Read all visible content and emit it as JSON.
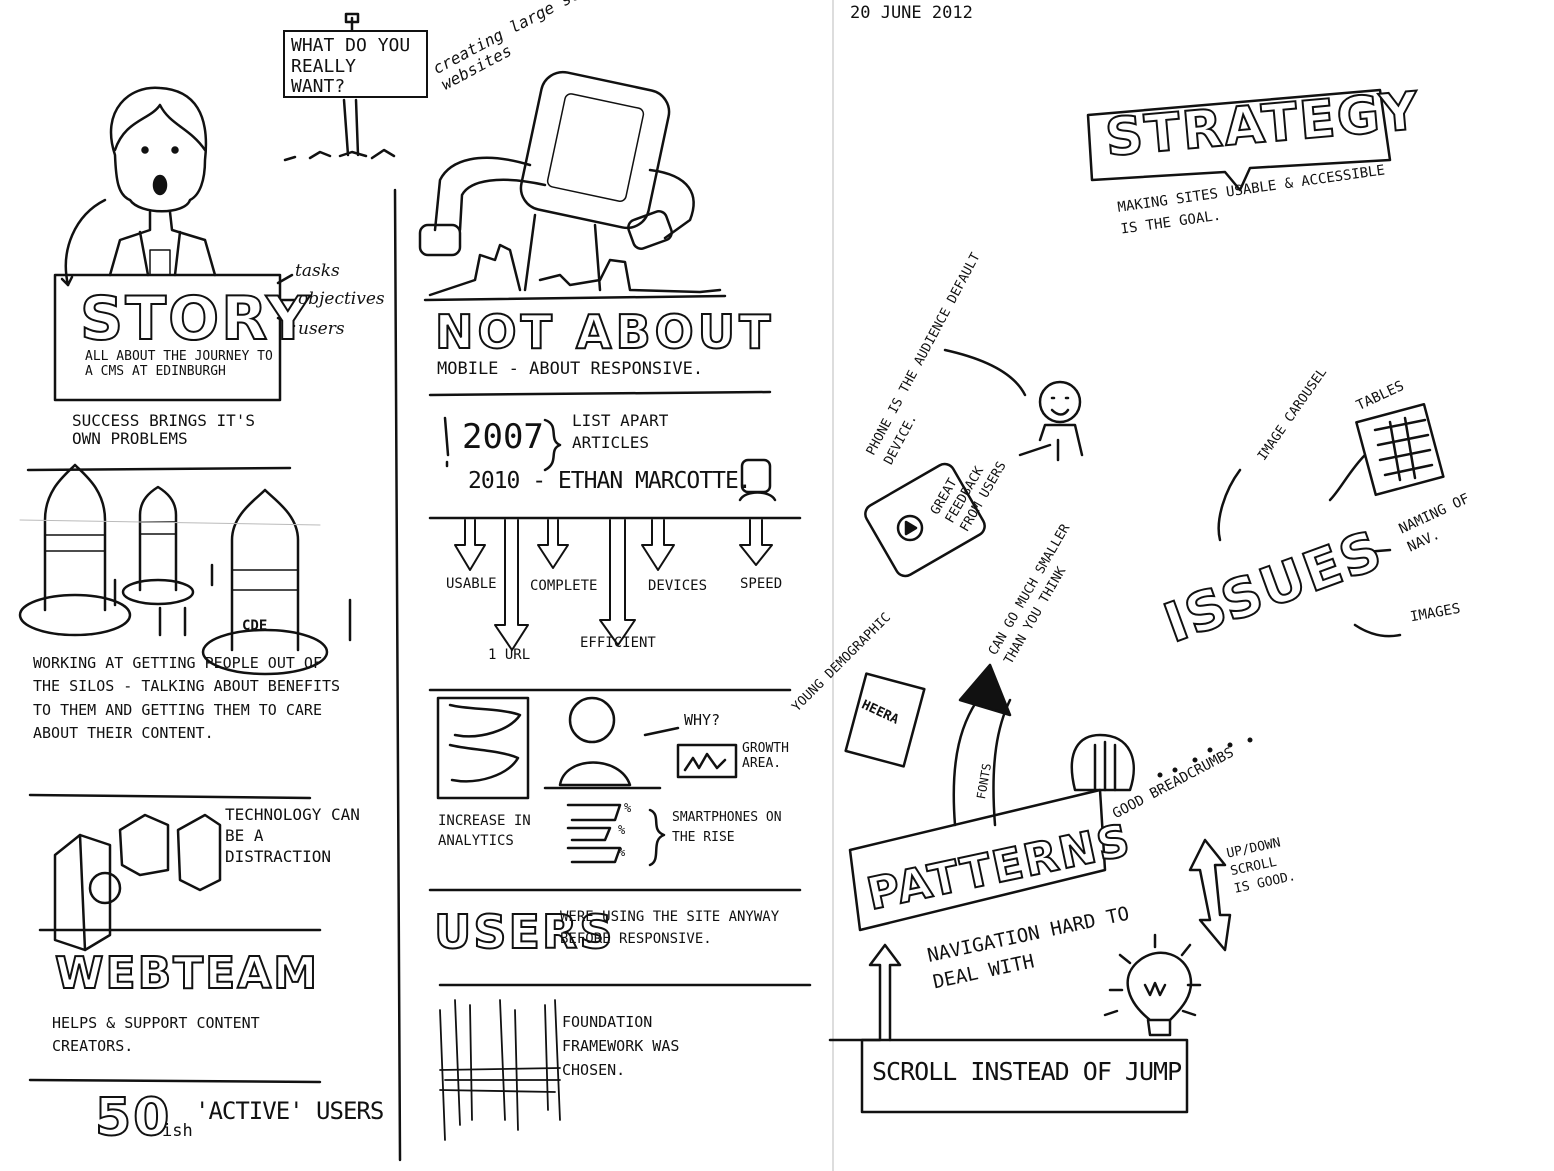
{
  "date": "20 JUNE 2012",
  "left": {
    "sign": "WHAT DO YOU REALLY WANT?",
    "story_title": "STORY",
    "story_sub": "ALL ABOUT THE JOURNEY TO A CMS AT EDINBURGH",
    "story_tags": [
      "tasks",
      "objectives",
      "users"
    ],
    "success": "SUCCESS BRINGS IT'S OWN PROBLEMS",
    "silos": "WORKING AT GETTING PEOPLE OUT OF THE SILOS - TALKING ABOUT BENEFITS TO THEM AND GETTING THEM TO CARE ABOUT THEIR CONTENT.",
    "silo_label": "CDE",
    "tech": "TECHNOLOGY CAN BE A DISTRACTION",
    "webteam": "WEBTEAM",
    "webteam_sub": "HELPS & SUPPORT CONTENT CREATORS.",
    "active_num": "50",
    "active_ish": "ish",
    "active_text": "'ACTIVE' USERS"
  },
  "middle": {
    "robot_caption": "creating large scale responsive websites",
    "not_about": "NOT ABOUT",
    "not_about_sub": "MOBILE - ABOUT RESPONSIVE.",
    "y2007": "2007",
    "list_apart": "LIST APART ARTICLES",
    "y2010": "2010 - ETHAN MARCOTTE.",
    "arrows": [
      "USABLE",
      "COMPLETE",
      "DEVICES",
      "SPEED"
    ],
    "arrows_low": [
      "1 URL",
      "EFFICIENT"
    ],
    "why": "WHY?",
    "growth": "GROWTH AREA.",
    "analytics": "INCREASE IN ANALYTICS",
    "pct": [
      "%",
      "%",
      "%"
    ],
    "smartphones": "SMARTPHONES ON THE RISE",
    "users_title": "USERS",
    "users_text": "WERE USING THE SITE ANYWAY BEFORE RESPONSIVE.",
    "foundation": "FOUNDATION FRAMEWORK WAS CHOSEN."
  },
  "right": {
    "strategy": "STRATEGY",
    "strategy_sub": "MAKING SITES USABLE & ACCESSIBLE IS THE GOAL.",
    "phone": "PHONE IS THE AUDIENCE DEFAULT DEVICE.",
    "feedback": "GREAT FEEDBACK FROM USERS",
    "issues": "ISSUES",
    "issue_items": [
      "IMAGE CAROUSEL",
      "TABLES",
      "NAMING OF NAV.",
      "IMAGES"
    ],
    "young": "YOUNG DEMOGRAPHIC",
    "heera": "HEERA",
    "smaller": "CAN GO MUCH SMALLER THAN YOU THINK",
    "fonts": "FONTS",
    "patterns": "PATTERNS",
    "breadcrumbs": "GOOD BREADCRUMBS",
    "updown": "UP/DOWN SCROLL IS GOOD.",
    "navigation": "NAVIGATION HARD TO DEAL WITH",
    "scroll": "SCROLL INSTEAD OF JUMP"
  }
}
